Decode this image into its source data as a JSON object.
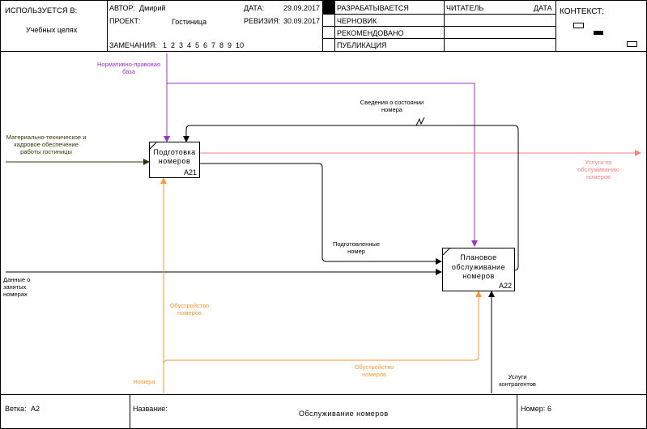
{
  "header": {
    "used_in_label": "ИСПОЛЬЗУЕТСЯ В:",
    "used_in_value": "Учебных целях",
    "author_label": "АВТОР:",
    "author_value": "Дмирий",
    "project_label": "ПРОЕКТ:",
    "project_value": "Гостиница",
    "date_label": "ДАТА:",
    "date_value": "29.09.2017",
    "revision_label": "РЕВИЗИЯ:",
    "revision_value": "30.09.2017",
    "notes_label": "ЗАМЕЧАНИЯ:",
    "notes_numbers": "1  2  3  4  5  6  7  8  9  10",
    "status_rows": [
      "РАЗРАБАТЫВАЕТСЯ",
      "ЧЕРНОВИК",
      "РЕКОМЕНДОВАНО",
      "ПУБЛИКАЦИЯ"
    ],
    "reader_label": "ЧИТАТЕЛЬ",
    "reader_date_label": "ДАТА",
    "context_label": "КОНТЕКСТ:"
  },
  "boxes": {
    "a21": {
      "label_line1": "Подготовка",
      "label_line2": "номеров",
      "number": "A21"
    },
    "a22": {
      "label_line1": "Плановое",
      "label_line2": "обслуживание",
      "label_line3": "номеров",
      "number": "A22"
    }
  },
  "arrows": {
    "control_normative": "Нормативно-правовая база",
    "input_material": "Материально-техническое и кадровое обеспечение работы гостиницы",
    "feedback_state": "Сведения о состоянии номера",
    "output_services": "Услуги по обслуживанию номеров",
    "prepared_rooms": "Подготовленные номер",
    "input_occupied": "Данные о занятых номерах",
    "mech_equipment_a21": "Обустройство номеров",
    "mech_equipment_a22": "Обустройство номеров",
    "mech_rooms": "Номера",
    "mech_contractors": "Услуги контрагентов"
  },
  "colors": {
    "control": "#9933cc",
    "input_material": "#333300",
    "output": "#ff8080",
    "mechanism": "#ff9933",
    "black": "#000000"
  },
  "footer": {
    "node_label": "Ветка:",
    "node_value": "A2",
    "title_label": "Название:",
    "title_value": "Обслуживание номеров",
    "number_label": "Номер:",
    "number_value": "6"
  }
}
